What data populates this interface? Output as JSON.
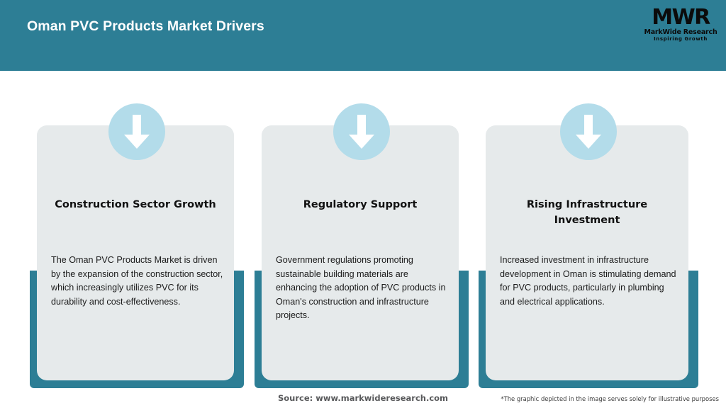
{
  "header": {
    "title": "Oman PVC Products Market Drivers",
    "background_color": "#2d7e95",
    "title_color": "#ffffff"
  },
  "logo": {
    "mark": "MWR",
    "name": "MarkWide Research",
    "tagline": "Inspiring Growth"
  },
  "cards": [
    {
      "icon": "down-arrow-icon",
      "title": "Construction Sector Growth",
      "body": "The Oman PVC Products Market is driven by the expansion of the construction sector, which increasingly utilizes PVC for its durability and cost-effectiveness."
    },
    {
      "icon": "down-arrow-icon",
      "title": "Regulatory Support",
      "body": "Government regulations promoting sustainable building materials are enhancing the adoption of PVC products in Oman's construction and infrastructure projects."
    },
    {
      "icon": "down-arrow-icon",
      "title": "Rising Infrastructure Investment",
      "body": "Increased investment in infrastructure development in Oman is stimulating demand for PVC products, particularly in plumbing and electrical applications."
    }
  ],
  "footer": {
    "source": "Source: www.markwideresearch.com",
    "disclaimer": "*The graphic depicted in the image serves solely for illustrative purposes"
  },
  "colors": {
    "accent_teal": "#2d7e95",
    "card_gray": "#e6eaeb",
    "badge_blue": "#b3dcea",
    "arrow_white": "#ffffff"
  }
}
